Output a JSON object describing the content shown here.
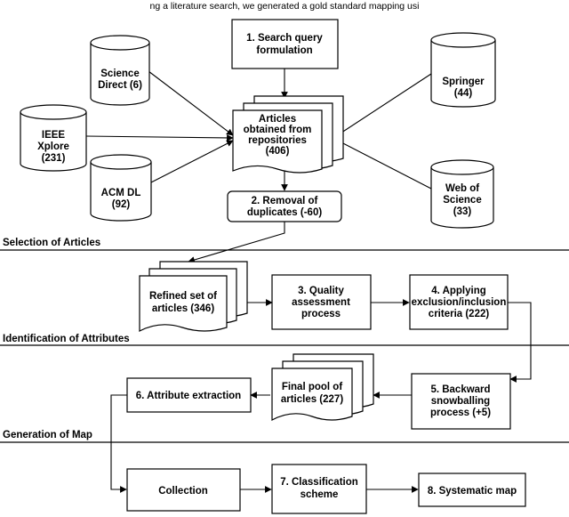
{
  "header_text": "ng a literature search, we generated a gold standard mapping usi",
  "sections": [
    {
      "id": "selection",
      "label": "Selection of Articles"
    },
    {
      "id": "identification",
      "label": "Identification of Attributes"
    },
    {
      "id": "generation",
      "label": "Generation of Map"
    }
  ],
  "repositories": [
    {
      "id": "science-direct",
      "lines": [
        "Science",
        "Direct (6)"
      ]
    },
    {
      "id": "ieee-xplore",
      "lines": [
        "IEEE",
        "Xplore",
        "(231)"
      ]
    },
    {
      "id": "acm-dl",
      "lines": [
        "ACM DL",
        "(92)"
      ]
    },
    {
      "id": "springer",
      "lines": [
        "Springer",
        "(44)"
      ]
    },
    {
      "id": "web-of-science",
      "lines": [
        "Web of",
        "Science",
        "(33)"
      ]
    }
  ],
  "steps": [
    {
      "id": "search-query",
      "lines": [
        "1. Search query",
        "formulation"
      ]
    },
    {
      "id": "articles-obtained",
      "lines": [
        "Articles",
        "obtained from",
        "repositories",
        "(406)"
      ]
    },
    {
      "id": "removal-duplicates",
      "lines": [
        "2. Removal of",
        "duplicates (-60)"
      ]
    },
    {
      "id": "refined-set",
      "lines": [
        "Refined set of",
        "articles (346)"
      ]
    },
    {
      "id": "quality-assessment",
      "lines": [
        "3. Quality",
        "assessment",
        "process"
      ]
    },
    {
      "id": "exclusion-inclusion",
      "lines": [
        "4. Applying",
        "exclusion/inclusion",
        "criteria (222)"
      ]
    },
    {
      "id": "backward-snowballing",
      "lines": [
        "5. Backward",
        "snowballing",
        "process (+5)"
      ]
    },
    {
      "id": "final-pool",
      "lines": [
        "Final pool of",
        "articles (227)"
      ]
    },
    {
      "id": "attribute-extraction",
      "lines": [
        "6. Attribute extraction"
      ]
    },
    {
      "id": "collection",
      "lines": [
        "Collection"
      ]
    },
    {
      "id": "classification-scheme",
      "lines": [
        "7. Classification",
        "scheme"
      ]
    },
    {
      "id": "systematic-map",
      "lines": [
        "8. Systematic map"
      ]
    }
  ]
}
